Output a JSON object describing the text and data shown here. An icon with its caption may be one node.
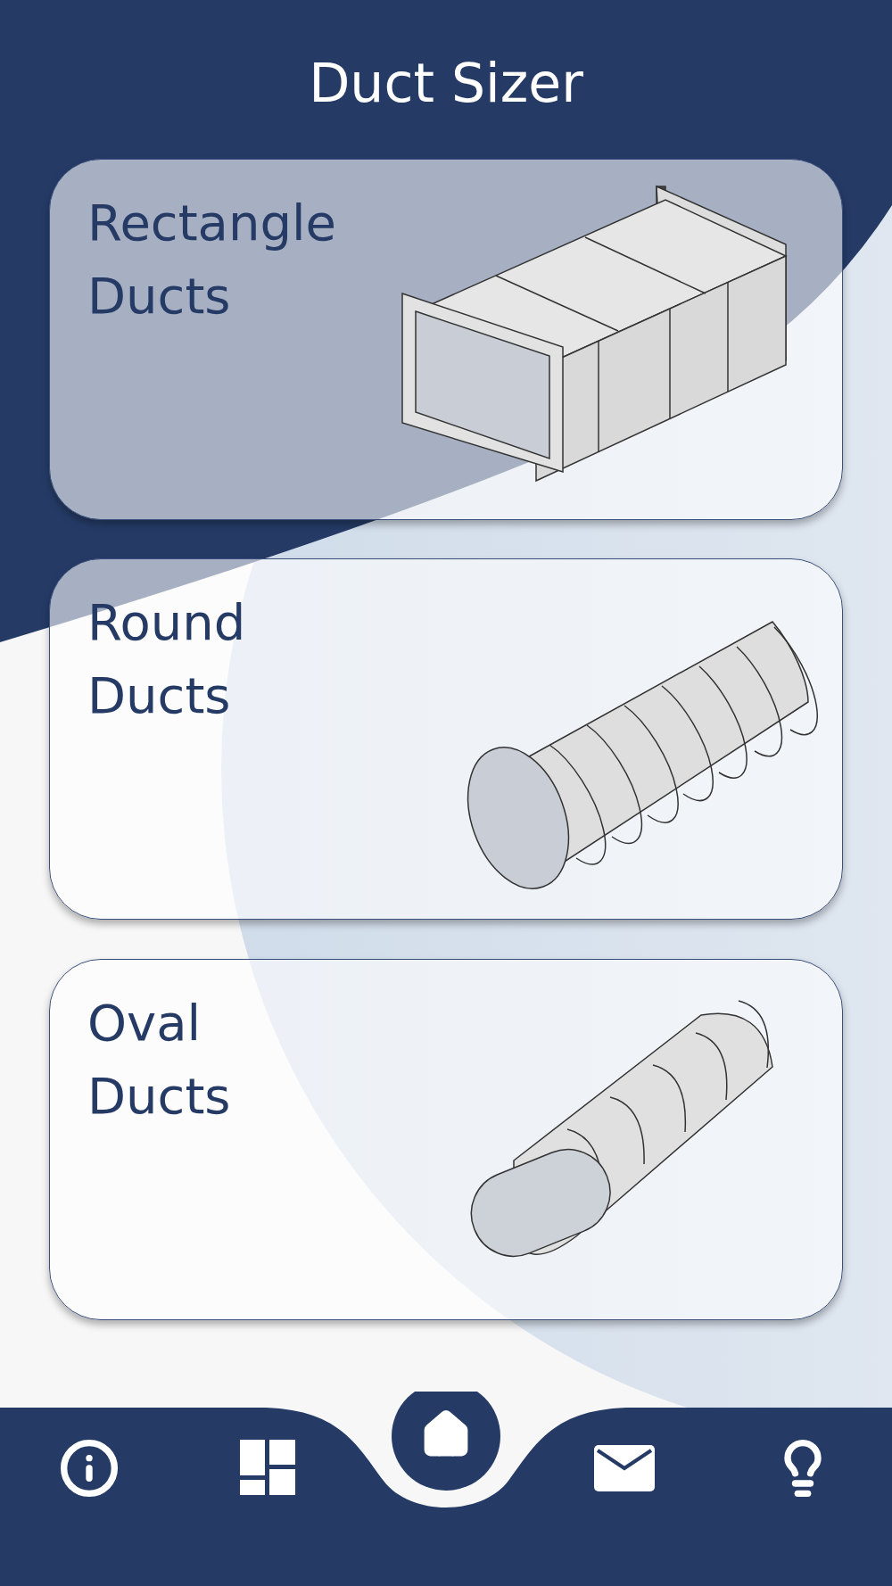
{
  "diagram": {
    "title": "Duct Sizer",
    "nodes": [
      {
        "text": [
          "Rectangle Ducts"
        ]
      },
      {
        "text": [
          "Round Ducts"
        ]
      },
      {
        "text": [
          "Oval Ducts"
        ]
      }
    ]
  }
}
